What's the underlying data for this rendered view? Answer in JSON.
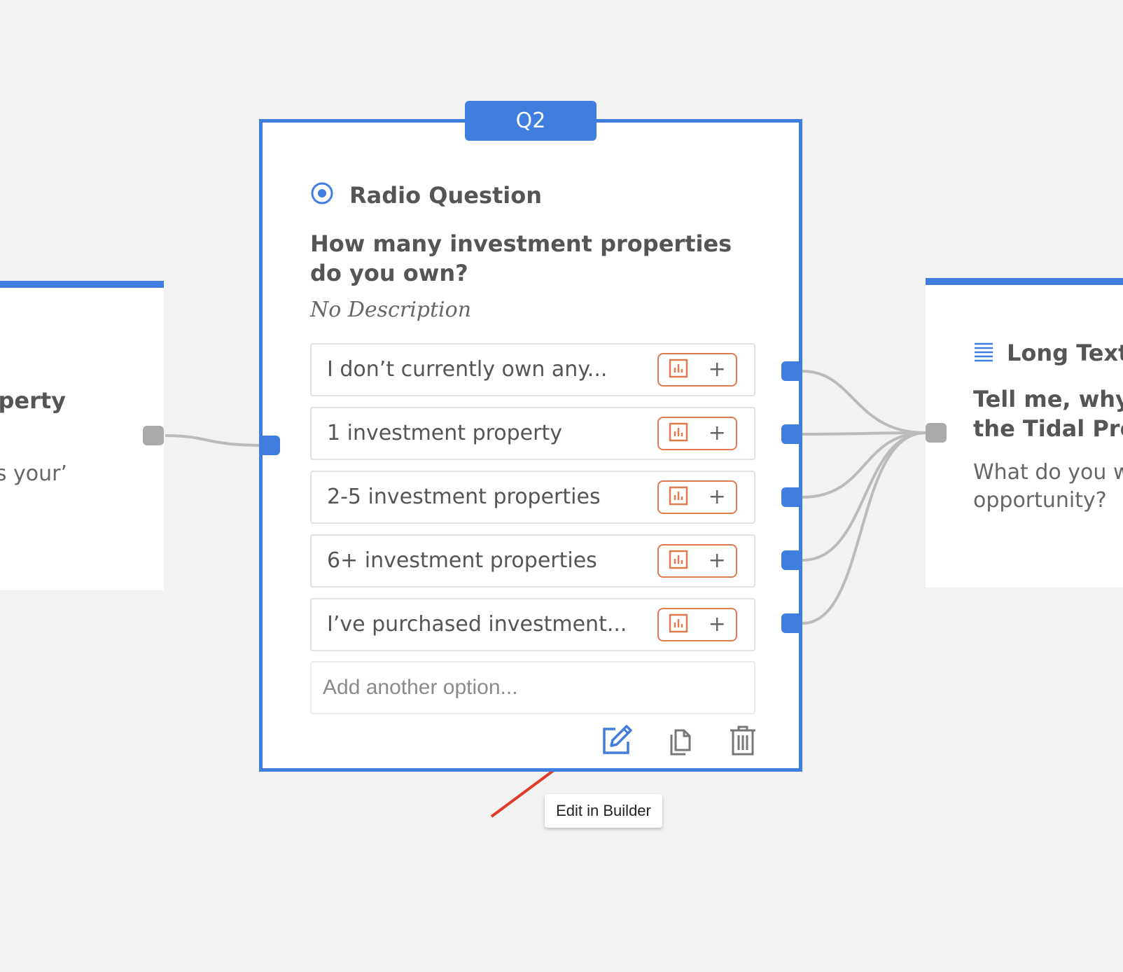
{
  "left_card": {
    "title_fragment": "pperty",
    "desc_fragment": "’s your"
  },
  "main_card": {
    "tab_label": "Q2",
    "type_label": "Radio Question",
    "type_icon": "radio-icon",
    "question": "How many investment properties do you own?",
    "description": "No Description",
    "options": [
      {
        "label": "I don’t currently own any..."
      },
      {
        "label": "1 investment property"
      },
      {
        "label": "2-5 investment properties"
      },
      {
        "label": "6+ investment properties"
      },
      {
        "label": "I’ve purchased investment..."
      }
    ],
    "option_action_icons": [
      "chart-icon",
      "plus-icon"
    ],
    "add_option_placeholder": "Add another option...",
    "toolbar": {
      "edit_icon": "edit-icon",
      "duplicate_icon": "duplicate-icon",
      "delete_icon": "trash-icon"
    }
  },
  "right_card": {
    "type_label": "Long Text",
    "type_icon": "long-text-icon",
    "title": "Tell me, why d\nthe Tidal Prop",
    "title_line1": "Tell me, why d",
    "title_line2": "the Tidal Prop",
    "desc_line1": "What do you w",
    "desc_line2": "opportunity?"
  },
  "tooltip": {
    "text": "Edit in Builder"
  },
  "colors": {
    "accent_blue": "#3f7ddf",
    "option_action_orange": "#e07a4f",
    "connector_grey": "#bbbbbb",
    "annotation_red": "#e03b2a",
    "canvas_bg": "#f2f2f2"
  }
}
